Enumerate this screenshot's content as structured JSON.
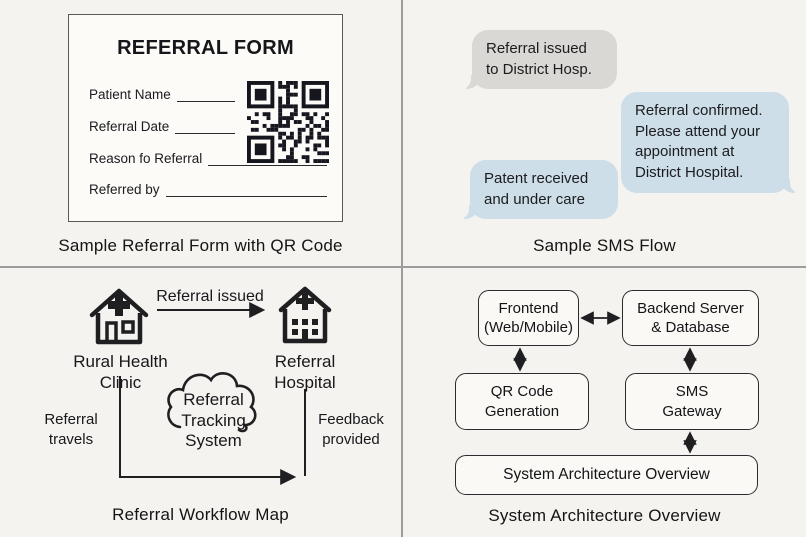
{
  "colors": {
    "background": "#f5f3ef",
    "divider": "#9c9c9c",
    "ink": "#1c1c1e",
    "bubble_gray": "#d9d8d5",
    "bubble_blue": "#cddee9",
    "form_card_bg": "#fcfbf8",
    "qr_dark": "#16161f"
  },
  "panels": {
    "referral_form": {
      "title": "REFERRAL FORM",
      "fields": [
        {
          "label": "Patient Name"
        },
        {
          "label": "Referral Date"
        },
        {
          "label": "Reason fo Referral"
        },
        {
          "label": "Referred by"
        }
      ],
      "caption": "Sample Referral Form with QR Code"
    },
    "sms_flow": {
      "caption": "Sample SMS Flow",
      "messages": [
        {
          "text": "Referral issued\nto District Hosp.",
          "side": "left",
          "style": "gray"
        },
        {
          "text": "Referral confirmed.\nPlease attend your\nappointment at\nDistrict Hospital.",
          "side": "right",
          "style": "blue"
        },
        {
          "text": "Patent received\nand under care",
          "side": "left",
          "style": "blue"
        }
      ]
    },
    "workflow": {
      "caption": "Referral Workflow Map",
      "clinic_label": "Rural Health\nClinic",
      "hospital_label": "Referral\nHospital",
      "arrow_label": "Referral issued",
      "cloud_label": "Referral\nTracking\nSystem",
      "left_edge_label": "Referral\ntravels",
      "right_edge_label": "Feedback\nprovided"
    },
    "architecture": {
      "caption": "System Architecture Overview",
      "frontend_box": "Frontend\n(Web/Mobile)",
      "backend_box": "Backend Server\n& Database",
      "qr_box": "QR Code\nGeneration",
      "sms_box": "SMS\nGateway",
      "overview_box": "System Architecture Overview"
    }
  }
}
